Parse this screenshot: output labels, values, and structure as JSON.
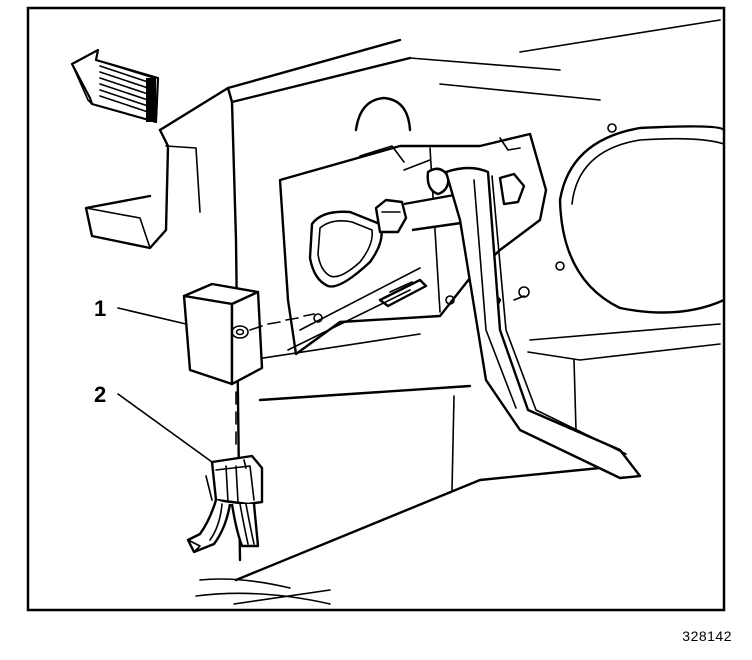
{
  "callouts": [
    {
      "id": "1",
      "label": "1"
    },
    {
      "id": "2",
      "label": "2"
    }
  ],
  "figure_id": "328142",
  "icons": {
    "direction_arrow": "forward-arrow-icon"
  }
}
